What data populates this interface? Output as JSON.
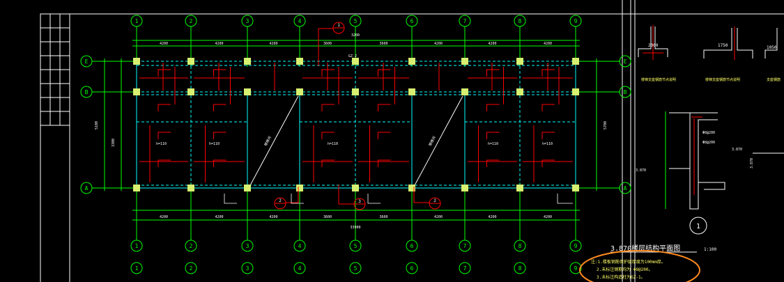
{
  "colors": {
    "background": "#000000",
    "frame": "#ffffff",
    "grid_axis": "#00ff00",
    "beam_dashed": "#00ffff",
    "rebar": "#ff0000",
    "column": "#d8f070",
    "text": "#ffffff",
    "highlight": "#ff8a20"
  },
  "axes": {
    "columns": [
      "1",
      "2",
      "3",
      "4",
      "5",
      "6",
      "7",
      "8",
      "9"
    ],
    "rows": [
      "E",
      "B",
      "A"
    ],
    "row_right_top": "E",
    "row_right_mid": "B",
    "row_right_bot": "A"
  },
  "dimensions": {
    "top_total": "3200",
    "bottom_total": "33900",
    "spans": [
      "4200",
      "4200",
      "4200",
      "3600",
      "3600",
      "4200",
      "4200",
      "4200"
    ],
    "left_vertical": "5100",
    "left_vertical_small": "3300",
    "right_vertical": "5700"
  },
  "labels": {
    "beam_top": "GZ-2",
    "slab_h1": "h=110",
    "slab_h2": "h=110",
    "slab_h3": "h=110",
    "slab_h4": "h=110",
    "slab_h5": "h=110",
    "stair_left": "楼梯间",
    "stair_right": "楼梯间",
    "section_1": "1",
    "section_2": "2",
    "section_3": "3",
    "section_4": "2"
  },
  "details": {
    "d1_dim": "2000",
    "d2_dim": "1750",
    "d3_dim": "1050",
    "d1_caption": "楼梯支座钢筋节点说明",
    "d2_caption": "楼梯支座钢筋节点说明",
    "d3_caption": "支座钢筋",
    "elev_1": "3.870",
    "elev_2": "3.870",
    "elev_3": "3.870",
    "rebar_note_1": "Φ8@200",
    "rebar_note_2": "Φ8@200",
    "section_circle": "1",
    "scale": "1:100"
  },
  "title_block": {
    "plan_title": "3.870楼层结构平面图",
    "note_1": "注:1.楼板钢筋保护层厚度为100mm厚。",
    "note_2": "2.未标注钢筋均为 Φ8@200。",
    "note_3": "3.未标注构造柱为GZ-1。"
  }
}
